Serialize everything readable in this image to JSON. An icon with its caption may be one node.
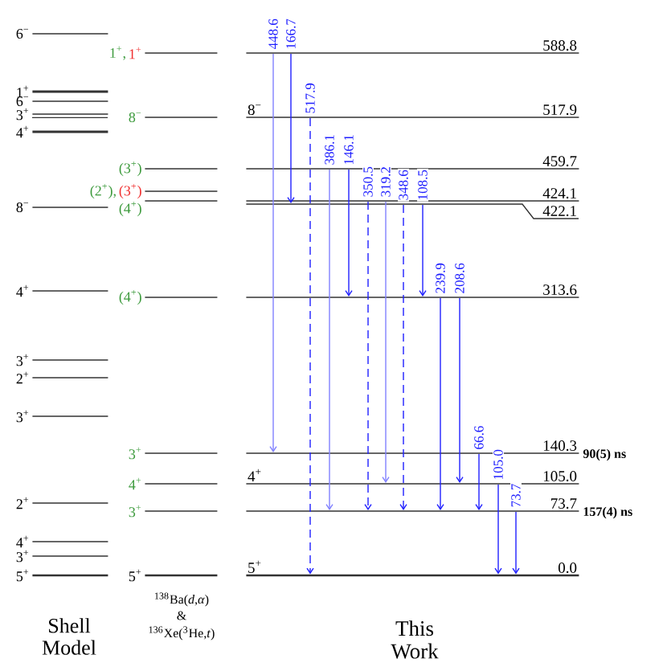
{
  "diagram": {
    "nodes": [
      {
        "text": [
          "6$^{−}$"
        ]
      },
      {
        "text": [
          "1$^{+}$"
        ]
      },
      {
        "text": [
          "6$^{−}$"
        ]
      },
      {
        "text": [
          "3$^{+}$"
        ]
      },
      {
        "text": [
          "4$^{+}$"
        ]
      },
      {
        "text": [
          "8$^{−}$"
        ]
      },
      {
        "text": [
          "4$^{+}$"
        ]
      },
      {
        "text": [
          "3$^{+}$"
        ]
      },
      {
        "text": [
          "2$^{+}$"
        ]
      },
      {
        "text": [
          "3$^{+}$"
        ]
      },
      {
        "text": [
          "2$^{+}$"
        ]
      },
      {
        "text": [
          "4$^{+}$"
        ]
      },
      {
        "text": [
          "3$^{+}$"
        ]
      },
      {
        "text": [
          "5$^{+}$"
        ]
      },
      {
        "text": [
          "1$^{+}$,",
          "1$^{+}$"
        ]
      },
      {
        "text": [
          "8$^{−}$"
        ]
      },
      {
        "text": [
          "(3$^{+}$)"
        ]
      },
      {
        "text": [
          "(2$^{+}$),",
          "(3$^{+}$)"
        ]
      },
      {
        "text": [
          "(4$^{+}$)"
        ]
      },
      {
        "text": [
          "(4$^{+}$)"
        ]
      },
      {
        "text": [
          "3$^{+}$"
        ]
      },
      {
        "text": [
          "4$^{+}$"
        ]
      },
      {
        "text": [
          "3$^{+}$"
        ]
      },
      {
        "text": [
          "5$^{+}$"
        ]
      },
      {
        "text": [
          "588.8"
        ]
      },
      {
        "text": [
          "8$^{−}$",
          "517.9"
        ]
      },
      {
        "text": [
          "459.7"
        ]
      },
      {
        "text": [
          "424.1"
        ]
      },
      {
        "text": [
          "422.1"
        ]
      },
      {
        "text": [
          "313.6"
        ]
      },
      {
        "text": [
          "140.3"
        ],
        "beside": [
          "90(5) ns"
        ]
      },
      {
        "text": [
          "4$^{+}$",
          "105.0"
        ]
      },
      {
        "text": [
          "73.7"
        ],
        "beside": [
          "157(4) ns"
        ]
      },
      {
        "text": [
          "5$^{+}$",
          "0.0"
        ]
      }
    ],
    "edges": [
      {
        "from": 24,
        "to": 30,
        "arrow": "to",
        "label": "448.6",
        "color": "#8080ff"
      },
      {
        "from": 24,
        "to": 28,
        "arrow": "to",
        "label": "166.7"
      },
      {
        "from": 25,
        "to": 33,
        "arrow": "to",
        "label": "517.9",
        "style": "dashed"
      },
      {
        "from": 26,
        "to": 32,
        "arrow": "to",
        "label": "386.1",
        "color": "#8080ff"
      },
      {
        "from": 26,
        "to": 29,
        "arrow": "to",
        "label": "146.1"
      },
      {
        "from": 27,
        "to": 32,
        "arrow": "to",
        "label": "350.5",
        "style": "dashed"
      },
      {
        "from": 27,
        "to": 31,
        "arrow": "to",
        "label": "319.2",
        "color": "#8080ff"
      },
      {
        "from": 28,
        "to": 32,
        "arrow": "to",
        "label": "348.6",
        "style": "dashed"
      },
      {
        "from": 28,
        "to": 29,
        "arrow": "to",
        "label": "108.5"
      },
      {
        "from": 29,
        "to": 32,
        "arrow": "to",
        "label": "239.9"
      },
      {
        "from": 29,
        "to": 31,
        "arrow": "to",
        "label": "208.6"
      },
      {
        "from": 30,
        "to": 32,
        "arrow": "to",
        "label": "66.6"
      },
      {
        "from": 31,
        "to": 33,
        "arrow": "to",
        "label": "105.0"
      },
      {
        "from": 32,
        "to": 33,
        "arrow": "to",
        "label": "73.7"
      }
    ],
    "labels": [
      "Shell Model",
      "$^{138}$Ba(*d*,*α*)",
      "&",
      "$^{136}$Xe($^{3}$He,*t*)",
      "This Work"
    ]
  }
}
